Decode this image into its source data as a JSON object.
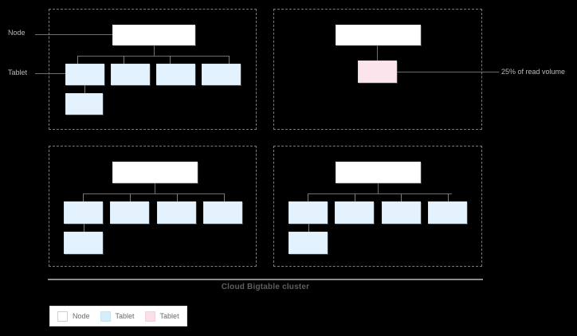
{
  "diagram": {
    "caption": "Cloud Bigtable cluster",
    "background_color": "#000000",
    "labels": {
      "node": "Node",
      "tablet": "Tablet"
    },
    "annotation": {
      "text": "25% of read volume",
      "target": "hot-tablet"
    },
    "colors": {
      "node_fill": "#ffffff",
      "tablet_fill": "#e3f2fd",
      "hot_tablet_fill": "#fce4ec",
      "panel_border": "#7a7a7a",
      "connector": "#6e6e6e",
      "caption_text": "#5f5f5f",
      "label_text": "#b9b9b9"
    },
    "panels": [
      {
        "id": "cluster-node-1",
        "node_count": 1,
        "tablet_count": 5,
        "hot_tablet_count": 0
      },
      {
        "id": "cluster-node-2",
        "node_count": 1,
        "tablet_count": 0,
        "hot_tablet_count": 1
      },
      {
        "id": "cluster-node-3",
        "node_count": 1,
        "tablet_count": 5,
        "hot_tablet_count": 0
      },
      {
        "id": "cluster-node-4",
        "node_count": 1,
        "tablet_count": 5,
        "hot_tablet_count": 0
      }
    ]
  },
  "legend": {
    "items": [
      {
        "label": "Node",
        "color": "#ffffff"
      },
      {
        "label": "Tablet",
        "color": "#e3f2fd"
      },
      {
        "label": "Tablet",
        "color": "#fce4ec"
      }
    ]
  }
}
